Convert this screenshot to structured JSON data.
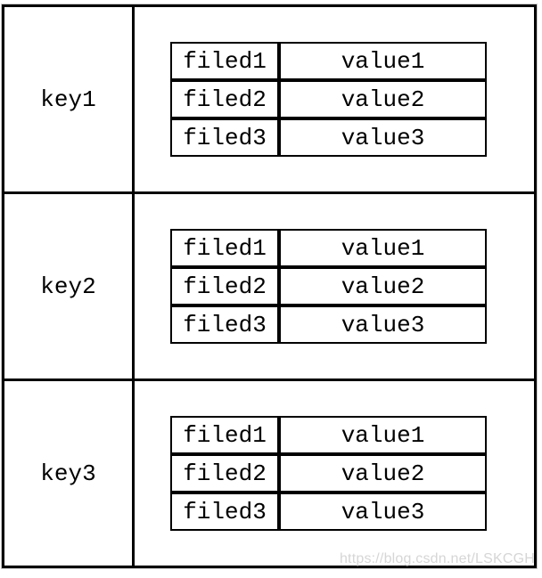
{
  "diagram": {
    "rows": [
      {
        "key": "key1",
        "entries": [
          {
            "field": "filed1",
            "value": "value1"
          },
          {
            "field": "filed2",
            "value": "value2"
          },
          {
            "field": "filed3",
            "value": "value3"
          }
        ]
      },
      {
        "key": "key2",
        "entries": [
          {
            "field": "filed1",
            "value": "value1"
          },
          {
            "field": "filed2",
            "value": "value2"
          },
          {
            "field": "filed3",
            "value": "value3"
          }
        ]
      },
      {
        "key": "key3",
        "entries": [
          {
            "field": "filed1",
            "value": "value1"
          },
          {
            "field": "filed2",
            "value": "value2"
          },
          {
            "field": "filed3",
            "value": "value3"
          }
        ]
      }
    ]
  },
  "watermark": "https://blog.csdn.net/LSKCGH",
  "colors": {
    "line": "#000000",
    "text": "#000000",
    "watermark": "#d6d6d6",
    "background": "#ffffff"
  }
}
